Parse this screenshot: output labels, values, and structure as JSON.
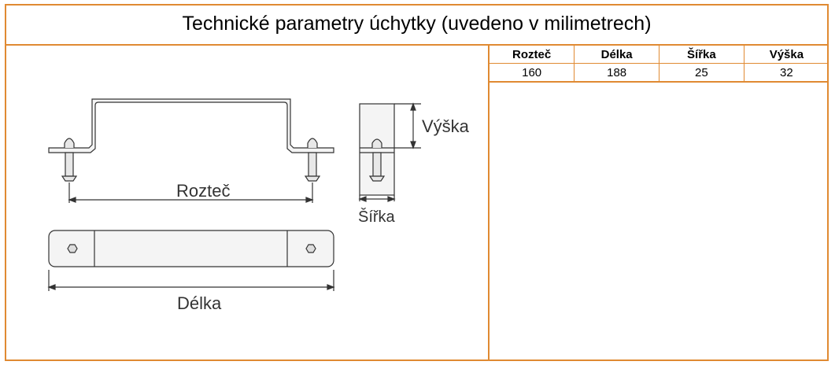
{
  "title": "Technické parametry úchytky (uvedeno v milimetrech)",
  "drawing": {
    "label_spacing": "Rozteč",
    "label_length": "Délka",
    "label_height": "Výška",
    "label_width": "Šířka"
  },
  "table": {
    "headers": [
      "Rozteč",
      "Délka",
      "Šířka",
      "Výška"
    ],
    "values": [
      "160",
      "188",
      "25",
      "32"
    ]
  },
  "colors": {
    "border": "#e08a32"
  }
}
